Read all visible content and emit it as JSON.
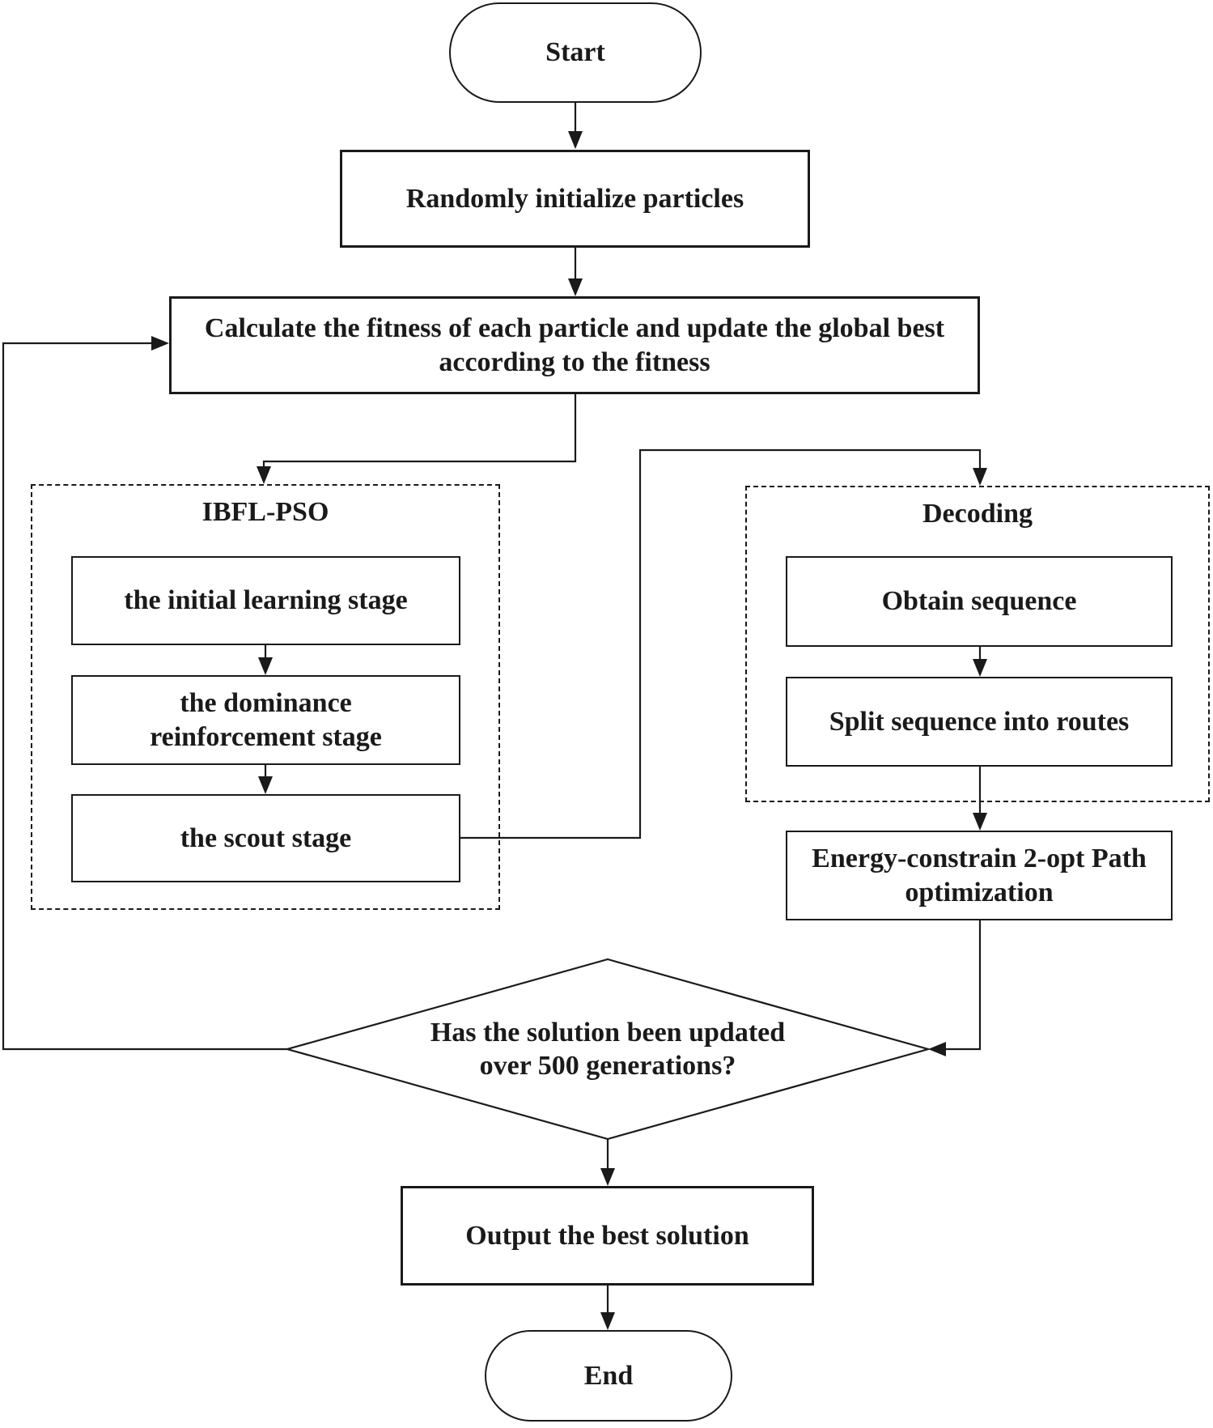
{
  "diagram": {
    "colors": {
      "stroke": "#1a1a1a",
      "background": "#ffffff"
    },
    "nodes": {
      "start": {
        "label": "Start"
      },
      "init_particles": {
        "label": "Randomly initialize particles"
      },
      "calc_fitness": {
        "line1": "Calculate the fitness of each particle and update the global best",
        "line2": "according to the fitness"
      },
      "ibfl_group": {
        "label": "IBFL-PSO"
      },
      "initial_learning": {
        "label": "the initial learning stage"
      },
      "dominance": {
        "line1": "the dominance",
        "line2": "reinforcement stage"
      },
      "scout": {
        "label": "the scout stage"
      },
      "decoding_group": {
        "label": "Decoding"
      },
      "obtain_sequence": {
        "label": "Obtain sequence"
      },
      "split_sequence": {
        "label": "Split sequence into routes"
      },
      "energy_opt": {
        "line1": "Energy-constrain 2-opt Path",
        "line2": "optimization"
      },
      "decision": {
        "line1": "Has the solution been updated",
        "line2": "over 500 generations?"
      },
      "output_solution": {
        "label": "Output the best solution"
      },
      "end": {
        "label": "End"
      }
    }
  }
}
